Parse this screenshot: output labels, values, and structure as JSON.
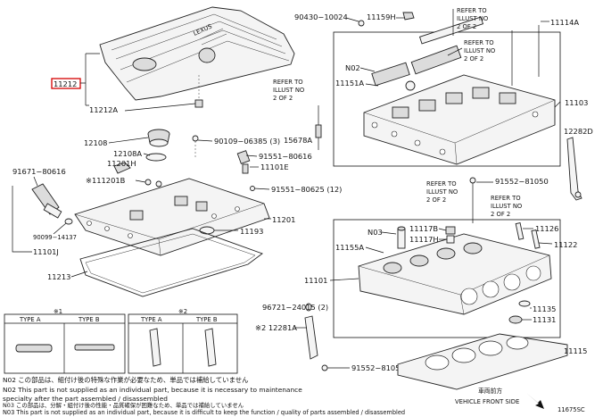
{
  "parts": {
    "p11212": "11212",
    "p11212A": "11212A",
    "p90430": "90430−10024",
    "p11159H": "11159H",
    "p11114A": "11114A",
    "p11103": "11103",
    "p11151A": "11151A",
    "pN02a": "N02",
    "p12108": "12108",
    "p12108A": "12108A",
    "p11201H": "11201H",
    "p11201B": "11201B",
    "mark1": "※1",
    "p90109": "90109−06385",
    "p90109q": "(3)",
    "p15678A": "15678A",
    "p12282D": "12282D",
    "p91671": "91671−80616",
    "p91551a": "91551−80616",
    "p11101E": "11101E",
    "p91551b": "91551−80625",
    "p91551bq": "(12)",
    "p11201": "11201",
    "p11193": "11193",
    "p90099": "90099−14137",
    "p11101J": "11101J",
    "p11213": "11213",
    "p91552a": "91552−81050",
    "pN03": "N03",
    "p11117B": "11117B",
    "p11117H": "11117H",
    "p11126": "11126",
    "p11122": "11122",
    "p11155A": "11155A",
    "p11101": "11101",
    "p96721": "96721−24015",
    "p96721q": "(2)",
    "mark2": "※2",
    "p12281A": "12281A",
    "p11135": "11135",
    "p11131": "11131",
    "p91552b": "91552−81050",
    "p11115": "11115"
  },
  "refs": {
    "r1": [
      "REFER TO",
      "ILLUST NO",
      "2 OF 2"
    ],
    "r2": [
      "REFER TO",
      "ILLUST NO",
      "2 OF 2"
    ],
    "r3": [
      "REFER TO",
      "ILLUST NO",
      "2 OF 2"
    ],
    "r4": [
      "REFER TO",
      "ILLUST NO",
      "2 OF 2"
    ],
    "r5": [
      "REFER TO",
      "ILLUST NO",
      "2 OF 2"
    ]
  },
  "type_box1": {
    "mark": "※1",
    "type_a": "TYPE A",
    "type_b": "TYPE B"
  },
  "type_box2": {
    "mark": "※2",
    "type_a": "TYPE A",
    "type_b": "TYPE B"
  },
  "cover_text": "LEXUS",
  "notes": [
    "N02  この部品は、組付け後の特殊な作業が必要なため、単品では補給していません",
    "N02  This part is not supplied as an individual part, because it is necessary to maintenance",
    "     specialty after the part assembled / disassembled",
    "N03  この部品は、分解・組付け後の性能・品質確保が困難なため、単品では補給していません",
    "N03  This part is not supplied as an individual part, because it is difficult to keep the function / quality of parts  assembled / disassembled"
  ],
  "front_label_jp": "車両前方",
  "front_label": "VEHICLE FRONT SIDE",
  "diagram_id": "11675SC"
}
